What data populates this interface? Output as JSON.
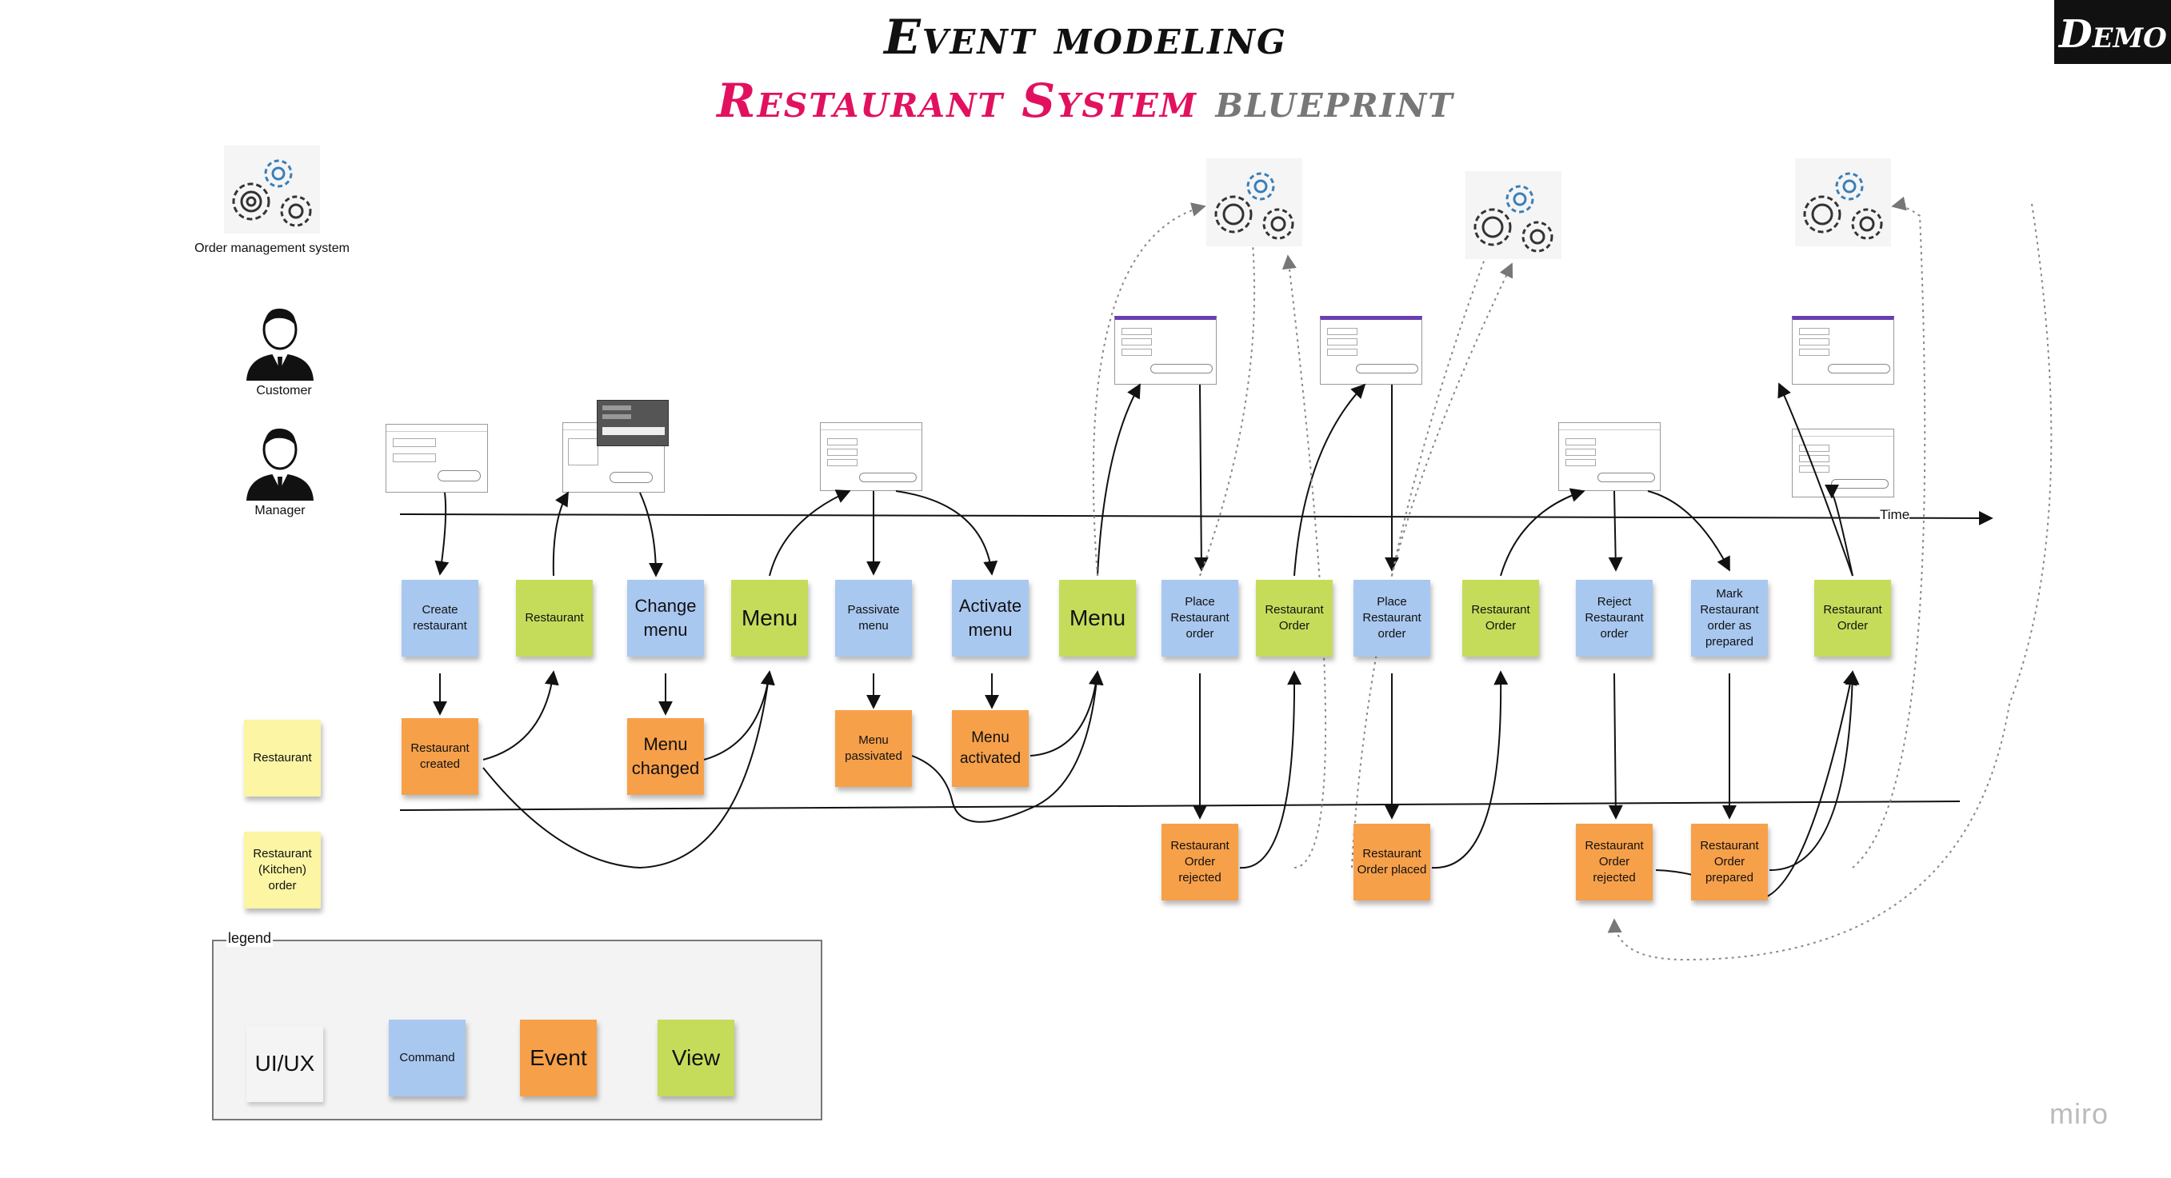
{
  "title": "Event modeling",
  "subtitle_highlight": "Restaurant System",
  "subtitle_rest": "blueprint",
  "demo_badge": "Demo",
  "timeline_label": "Time",
  "watermark": "miro",
  "swimlanes": {
    "system": "Order management system",
    "customer": "Customer",
    "manager": "Manager",
    "aggregates": [
      "Restaurant",
      "Restaurant (Kitchen) order"
    ]
  },
  "notes": {
    "create_restaurant": "Create restaurant",
    "restaurant_view": "Restaurant",
    "change_menu": "Change menu",
    "menu_view_1": "Menu",
    "passivate_menu": "Passivate menu",
    "activate_menu": "Activate menu",
    "menu_view_2": "Menu",
    "place_order_1": "Place Restaurant order",
    "restaurant_order_view_1": "Restaurant Order",
    "place_order_2": "Place Restaurant order",
    "restaurant_order_view_2": "Restaurant Order",
    "reject_order": "Reject Restaurant order",
    "mark_prepared": "Mark Restaurant order as prepared",
    "restaurant_order_view_3": "Restaurant Order",
    "restaurant_created": "Restaurant created",
    "menu_changed": "Menu changed",
    "menu_passivated": "Menu passivated",
    "menu_activated": "Menu activated",
    "order_rejected_1": "Restaurant Order rejected",
    "order_placed": "Restaurant Order placed",
    "order_rejected_2": "Restaurant Order rejected",
    "order_prepared": "Restaurant Order prepared"
  },
  "legend": {
    "label": "legend",
    "uiux": "UI/UX",
    "command": "Command",
    "event": "Event",
    "view": "View"
  },
  "colors": {
    "command": "#a9c8f0",
    "event": "#f7a04a",
    "view": "#c5dc5b",
    "aggregate": "#fbf5a4",
    "title_accent": "#e2115f"
  }
}
